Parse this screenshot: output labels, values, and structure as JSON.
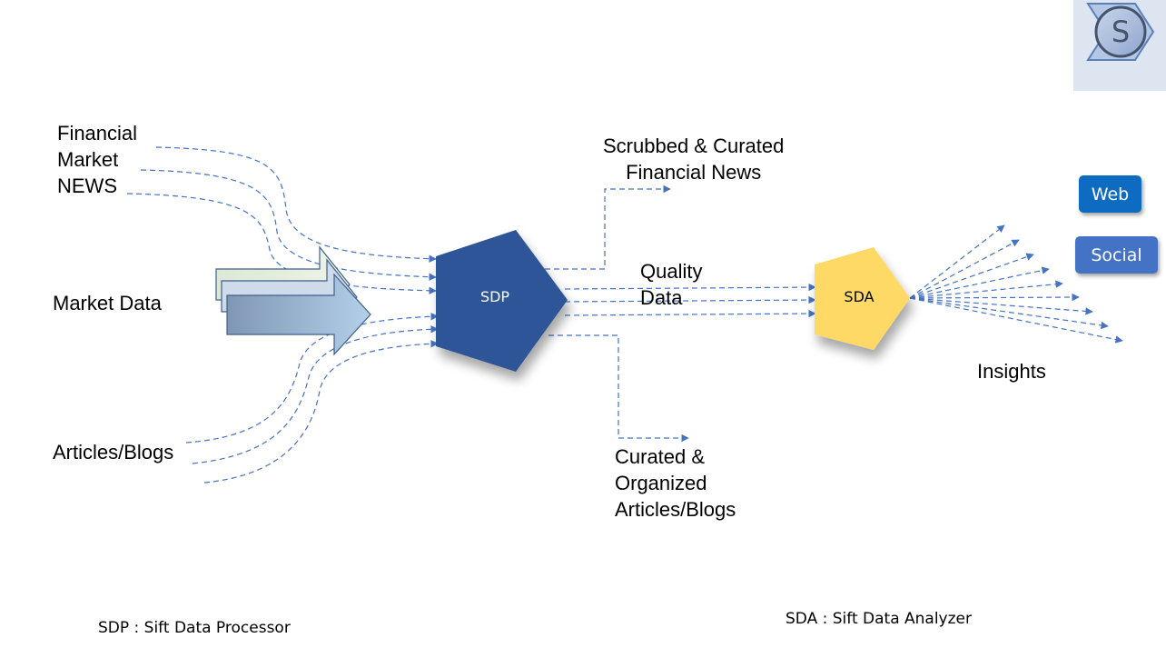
{
  "sources": {
    "news": [
      "Financial",
      "Market",
      "NEWS"
    ],
    "market_data": "Market Data",
    "articles": "Articles/Blogs"
  },
  "nodes": {
    "sdp": "SDP",
    "sda": "SDA"
  },
  "outputs": {
    "news": [
      "Scrubbed & Curated",
      "Financial News"
    ],
    "quality": [
      "Quality",
      "Data"
    ],
    "articles": [
      "Curated &",
      "Organized",
      "Articles/Blogs"
    ],
    "insights": "Insights"
  },
  "channels": {
    "web": "Web",
    "social": "Social"
  },
  "legend": {
    "sdp": "SDP : Sift Data Processor",
    "sda": "SDA : Sift Data Analyzer"
  },
  "logo": {
    "letter": "S"
  },
  "colors": {
    "sdp": "#2f5597",
    "sda": "#ffd966",
    "line": "#4472c4",
    "web": "#0e6bc2",
    "social": "#4472c4"
  }
}
